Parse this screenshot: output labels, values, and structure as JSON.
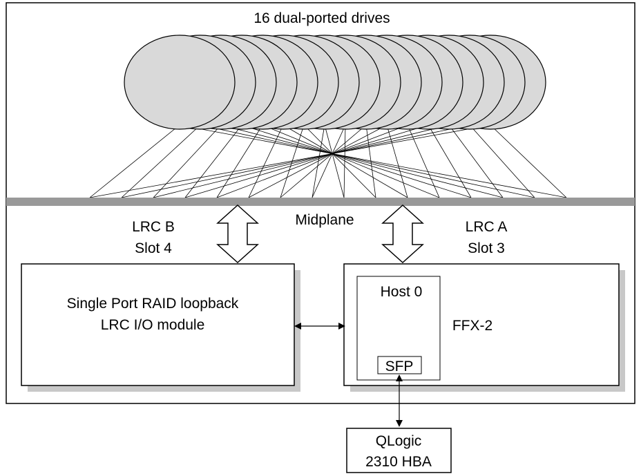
{
  "title": "16 dual-ported drives",
  "drive_count": 16,
  "midplane_label": "Midplane",
  "lrc_b": {
    "line1": "LRC B",
    "line2": "Slot 4"
  },
  "lrc_a": {
    "line1": "LRC A",
    "line2": "Slot 3"
  },
  "left_module": {
    "line1": "Single Port RAID loopback",
    "line2": "LRC I/O module"
  },
  "right_module": {
    "label": "FFX-2",
    "host_label": "Host 0",
    "sfp_label": "SFP"
  },
  "hba": {
    "line1": "QLogic",
    "line2": "2310 HBA"
  },
  "colors": {
    "midplane": "#999999",
    "shadow": "#c8c8c8",
    "drive_fill": "#d9d9d9"
  }
}
